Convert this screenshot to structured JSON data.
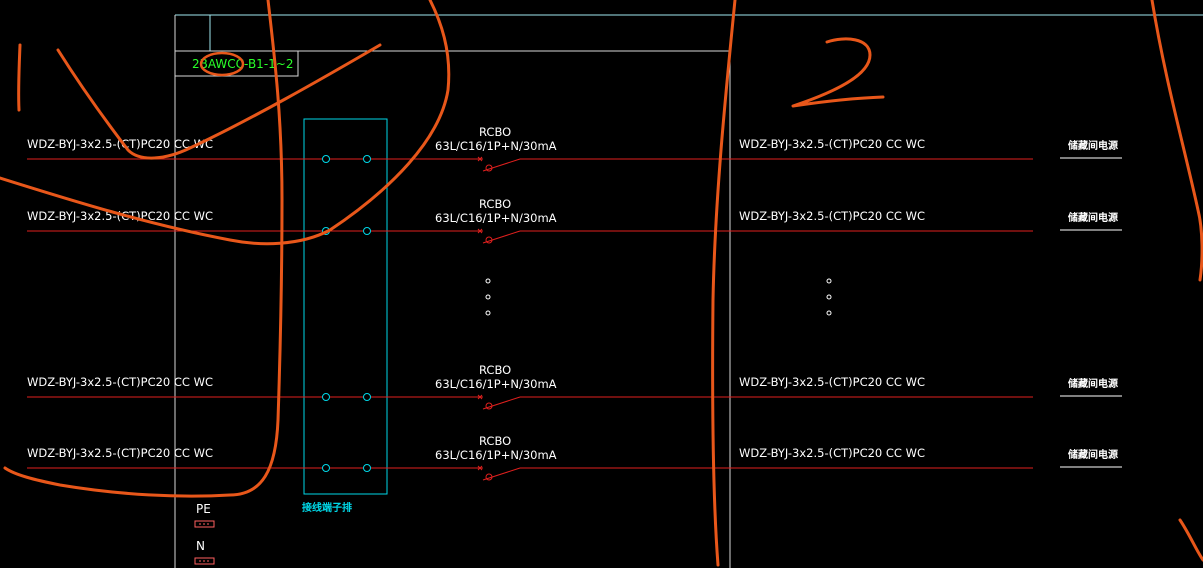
{
  "panel": {
    "id_label": "2BAWCC-B1-1~2",
    "terminal_block_label": "接线端子排",
    "pe_label": "PE",
    "n_label": "N"
  },
  "circuits": [
    {
      "cable_in": "WDZ-BYJ-3x2.5-(CT)PC20 CC WC",
      "breaker_type": "RCBO",
      "breaker_spec": "63L/C16/1P+N/30mA",
      "cable_out": "WDZ-BYJ-3x2.5-(CT)PC20 CC WC",
      "load": "储藏间电源"
    },
    {
      "cable_in": "WDZ-BYJ-3x2.5-(CT)PC20 CC WC",
      "breaker_type": "RCBO",
      "breaker_spec": "63L/C16/1P+N/30mA",
      "cable_out": "WDZ-BYJ-3x2.5-(CT)PC20 CC WC",
      "load": "储藏间电源"
    },
    {
      "cable_in": "WDZ-BYJ-3x2.5-(CT)PC20 CC WC",
      "breaker_type": "RCBO",
      "breaker_spec": "63L/C16/1P+N/30mA",
      "cable_out": "WDZ-BYJ-3x2.5-(CT)PC20 CC WC",
      "load": "储藏间电源"
    },
    {
      "cable_in": "WDZ-BYJ-3x2.5-(CT)PC20 CC WC",
      "breaker_type": "RCBO",
      "breaker_spec": "63L/C16/1P+N/30mA",
      "cable_out": "WDZ-BYJ-3x2.5-(CT)PC20 CC WC",
      "load": "储藏间电源"
    }
  ],
  "annotations": {
    "mark_1": "1",
    "mark_2": "2"
  },
  "colors": {
    "background": "#000000",
    "wire": "#e0201e",
    "frame": "#ffffff",
    "terminal": "#00d8e8",
    "panel_label": "#29ff29",
    "annotation": "#e8571a",
    "pe_n_symbol": "#ff6060"
  }
}
